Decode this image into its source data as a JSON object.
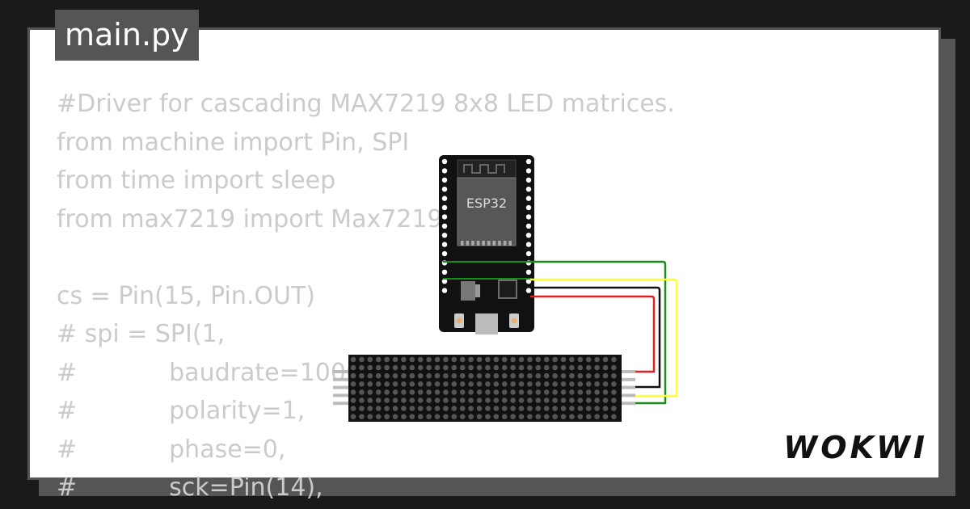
{
  "tab": {
    "title": "main.py"
  },
  "code_lines": [
    "#Driver for cascading MAX7219 8x8 LED matrices.",
    "from machine import Pin, SPI",
    "from time import sleep",
    "from max7219 import Max7219",
    "",
    "cs = Pin(15, Pin.OUT)",
    "# spi = SPI(1,",
    "#\tbaudrate=10000000,",
    "#\tpolarity=1,",
    "#\tphase=0,",
    "#\tsck=Pin(14),"
  ],
  "board": {
    "chip_label": "ESP32"
  },
  "wire_colors": {
    "green": "#1a8c1a",
    "yellow": "#ffff33",
    "black": "#111111",
    "red": "#e02020"
  },
  "brand": {
    "logo": "WOKWI"
  }
}
